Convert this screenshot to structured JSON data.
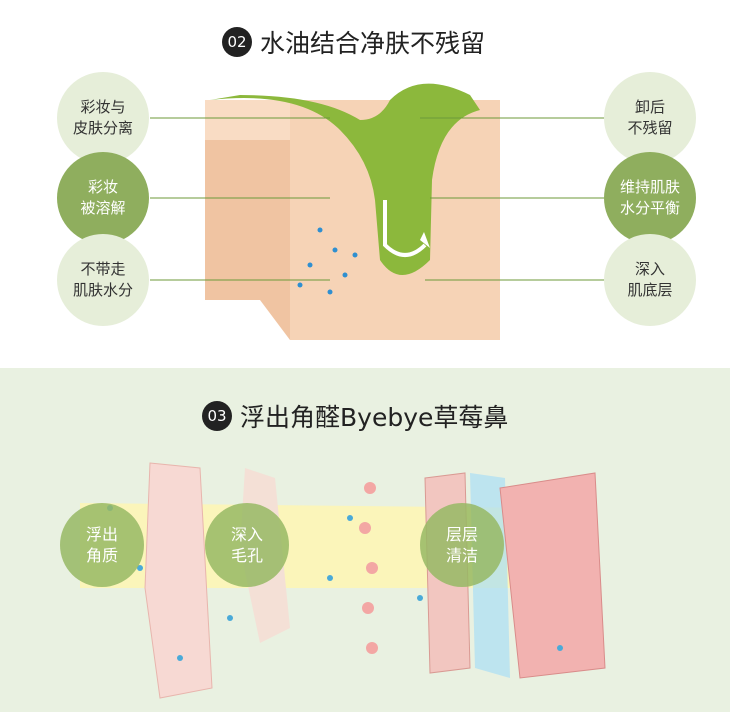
{
  "section1": {
    "number": "02",
    "title": "水油结合净肤不残留",
    "left": [
      "彩妆与\n皮肤分离",
      "彩妆\n被溶解",
      "不带走\n肌肤水分"
    ],
    "right": [
      "卸后\n不残留",
      "维持肌肤\n水分平衡",
      "深入\n肌底层"
    ]
  },
  "section2": {
    "number": "03",
    "title": "浮出角醛Byebye草莓鼻",
    "steps": [
      "浮出\n角质",
      "深入\n毛孔",
      "层层\n清洁"
    ]
  },
  "colors": {
    "accent": "#8fae5e",
    "light": "#e6eed9",
    "bg2": "#e9f1e1"
  }
}
